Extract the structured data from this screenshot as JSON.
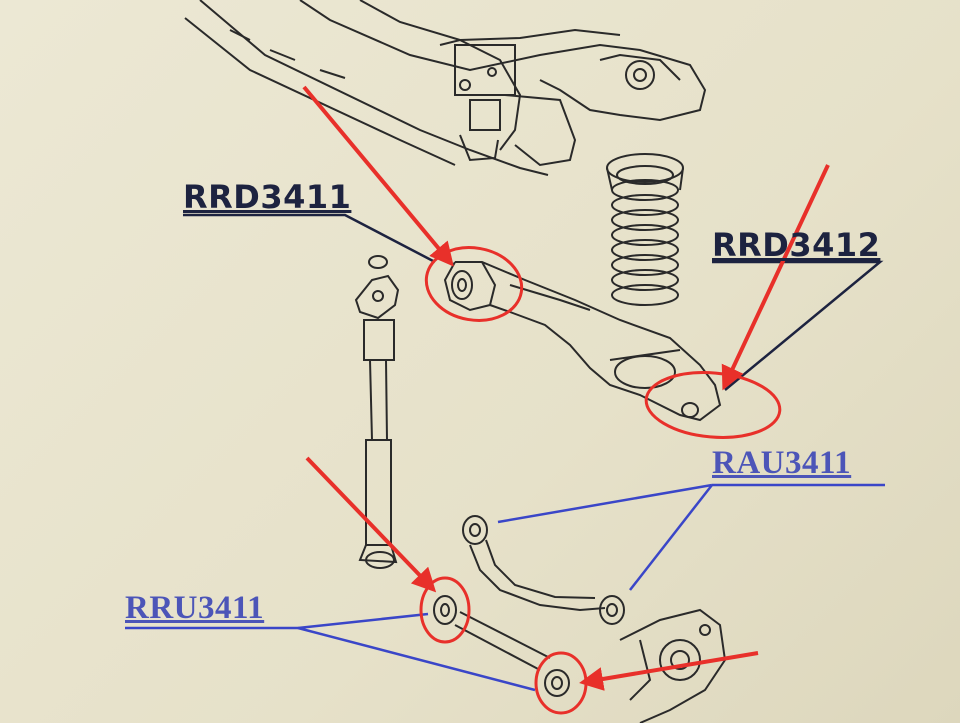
{
  "labels": {
    "rrd3411": "RRD3411",
    "rrd3412": "RRD3412",
    "rau3411": "RAU3411",
    "rru3411": "RRU3411"
  },
  "colors": {
    "dark_label": "#1d2340",
    "blue_label": "#4c55b8",
    "leader_dark": "#1d2340",
    "leader_blue": "#3a46c8",
    "arrow_red": "#e8302a",
    "line_art": "#2a2a2a"
  }
}
